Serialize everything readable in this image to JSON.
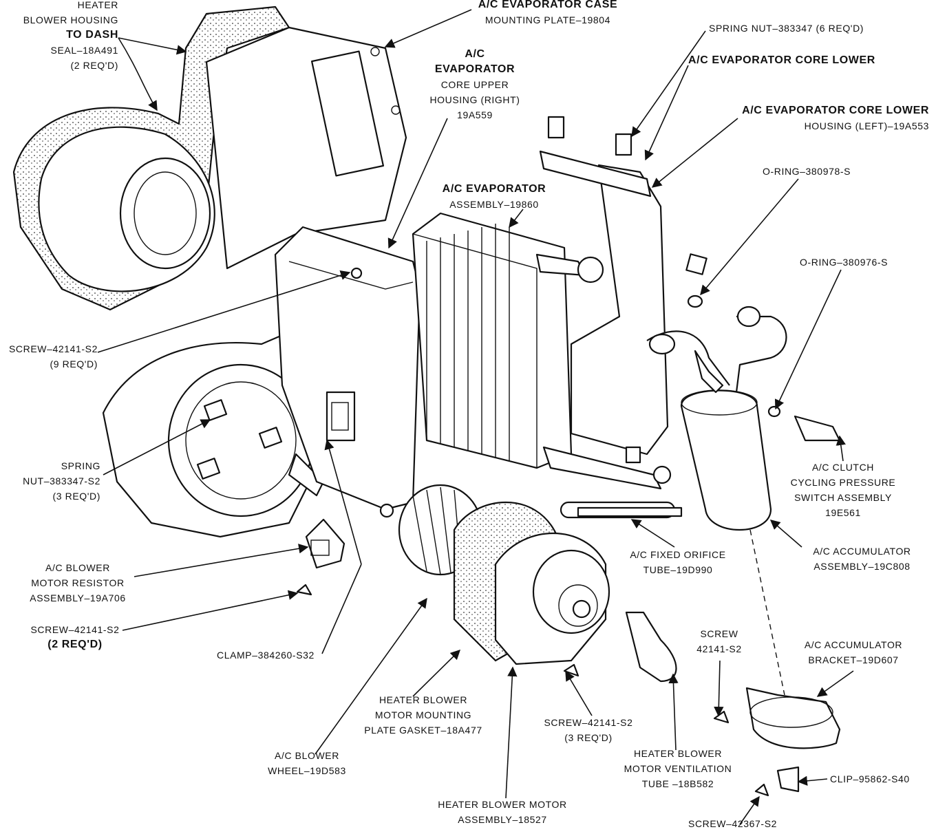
{
  "labels": {
    "seal": [
      "HEATER",
      "BLOWER HOUSING",
      "TO DASH",
      "SEAL–18A491",
      "(2 REQ'D)"
    ],
    "case_plate": [
      "A/C EVAPORATOR CASE",
      "MOUNTING PLATE–19804"
    ],
    "upper_housing": [
      "A/C",
      "EVAPORATOR",
      "CORE UPPER",
      "HOUSING (RIGHT)",
      "19A559"
    ],
    "spring_nut_top": [
      "SPRING NUT–383347 (6 REQ'D)"
    ],
    "core_lower_1": [
      "A/C EVAPORATOR CORE LOWER"
    ],
    "core_lower_2": [
      "A/C EVAPORATOR CORE LOWER",
      "HOUSING (LEFT)–19A553"
    ],
    "evap_assembly": [
      "A/C EVAPORATOR",
      "ASSEMBLY–19860"
    ],
    "oring_1": [
      "O-RING–380978-S"
    ],
    "oring_2": [
      "O-RING–380976-S"
    ],
    "screw_9": [
      "SCREW–42141-S2",
      "(9 REQ'D)"
    ],
    "spring_nut_left": [
      "SPRING",
      "NUT–383347-S2",
      "(3 REQ'D)"
    ],
    "clutch_switch": [
      "A/C CLUTCH",
      "CYCLING PRESSURE",
      "SWITCH ASSEMBLY",
      "19E561"
    ],
    "resistor": [
      "A/C BLOWER",
      "MOTOR RESISTOR",
      "ASSEMBLY–19A706"
    ],
    "orifice": [
      "A/C FIXED ORIFICE",
      "TUBE–19D990"
    ],
    "accumulator": [
      "A/C ACCUMULATOR",
      "ASSEMBLY–19C808"
    ],
    "screw_2": [
      "SCREW–42141-S2",
      "(2 REQ'D)"
    ],
    "screw_single": [
      "SCREW",
      "42141-S2"
    ],
    "bracket": [
      "A/C ACCUMULATOR",
      "BRACKET–19D607"
    ],
    "clamp": [
      "CLAMP–384260-S32"
    ],
    "gasket": [
      "HEATER BLOWER",
      "MOTOR MOUNTING",
      "PLATE GASKET–18A477"
    ],
    "screw_3": [
      "SCREW–42141-S2",
      "(3 REQ'D)"
    ],
    "wheel": [
      "A/C BLOWER",
      "WHEEL–19D583"
    ],
    "vent_tube": [
      "HEATER BLOWER",
      "MOTOR VENTILATION",
      "TUBE –18B582"
    ],
    "clip": [
      "CLIP–95862-S40"
    ],
    "motor": [
      "HEATER BLOWER MOTOR",
      "ASSEMBLY–18527"
    ],
    "screw_bottom": [
      "SCREW–42367-S2"
    ]
  },
  "colors": {
    "ink": "#111111",
    "paper": "#ffffff",
    "seal_fill": "#dcdcdc"
  }
}
